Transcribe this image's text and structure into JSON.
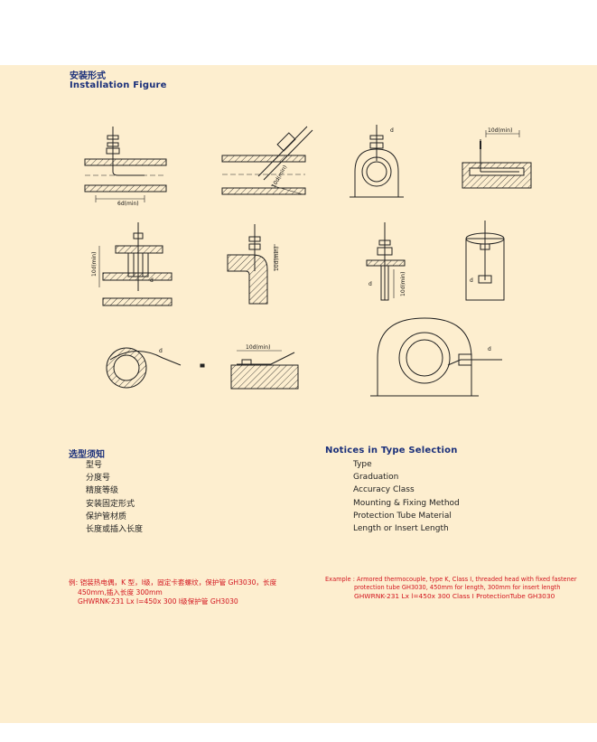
{
  "section_install": {
    "title_cn": "安装形式",
    "title_en": "Installation Figure"
  },
  "figures": {
    "fig1_dim": "6d(min)",
    "fig2_dim": "10d(min)",
    "fig3_label": "d",
    "fig4_dim": "10d(min)",
    "fig5_dim": "10d(min)",
    "fig5_label": "d",
    "fig6_dim": "10d(min)",
    "fig7_label": "d",
    "fig7_dim": "10d(min)",
    "fig8_label": "d",
    "fig9_label": "d",
    "fig10_dim": "10d(min)",
    "fig11_label": "d"
  },
  "notices": {
    "title_cn": "选型须知",
    "title_en": "Notices in Type Selection",
    "items_cn": [
      "型号",
      "分度号",
      "精度等级",
      "安装固定形式",
      "保护管材质",
      "长度或插入长度"
    ],
    "items_en": [
      "Type",
      "Graduation",
      "Accuracy Class",
      "Mounting & Fixing Method",
      "Protection Tube Material",
      "Length or Insert Length"
    ]
  },
  "example_cn": {
    "line1": "例: 铠装热电偶，K 型，Ⅰ级，固定卡套螺纹，保护管 GH3030，长度",
    "line2": "450mm,插入长度 300mm",
    "line3": "GHWRNK-231     Lx l=450x 300  Ⅰ级保护管 GH3030"
  },
  "example_en": {
    "line1": "Example : Armored thermocouple, type K, Class Ⅰ, threaded head with fixed fastener",
    "line2": "protection tube GH3030, 450mm for length, 300mm for insert length",
    "line3": "GHWRNK-231     Lx l=450x 300  Class Ⅰ ProtectionTube GH3030"
  }
}
